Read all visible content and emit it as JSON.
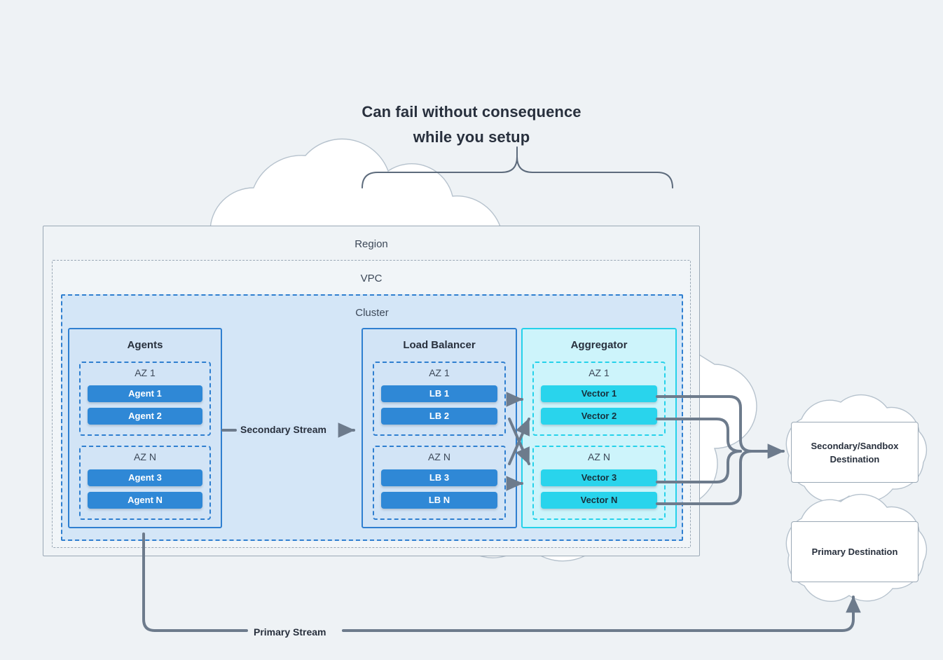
{
  "headline": {
    "line1": "Can fail without consequence",
    "line2": "while you setup"
  },
  "containers": {
    "region_label": "Region",
    "vpc_label": "VPC",
    "cluster_label": "Cluster"
  },
  "groups": [
    {
      "id": "agents",
      "title": "Agents",
      "style": "blue",
      "zones": [
        {
          "label": "AZ 1",
          "nodes": [
            "Agent 1",
            "Agent 2"
          ]
        },
        {
          "label": "AZ N",
          "nodes": [
            "Agent 3",
            "Agent N"
          ]
        }
      ]
    },
    {
      "id": "load-balancer",
      "title": "Load Balancer",
      "style": "blue",
      "zones": [
        {
          "label": "AZ 1",
          "nodes": [
            "LB 1",
            "LB 2"
          ]
        },
        {
          "label": "AZ N",
          "nodes": [
            "LB 3",
            "LB N"
          ]
        }
      ]
    },
    {
      "id": "aggregator",
      "title": "Aggregator",
      "style": "cyan",
      "zones": [
        {
          "label": "AZ 1",
          "nodes": [
            "Vector 1",
            "Vector 2"
          ]
        },
        {
          "label": "AZ N",
          "nodes": [
            "Vector 3",
            "Vector N"
          ]
        }
      ]
    }
  ],
  "destinations": {
    "secondary": "Secondary/Sandbox Destination",
    "primary": "Primary Destination"
  },
  "streams": {
    "secondary_label": "Secondary Stream",
    "primary_label": "Primary Stream"
  },
  "colors": {
    "background": "#eef2f5",
    "ink": "#28303d",
    "blue_node": "#2f88d6",
    "blue_border": "#2f7fd0",
    "blue_fill": "#d2e4f6",
    "cyan_node": "#29d4ec",
    "cyan_border": "#25d2ea",
    "cyan_fill": "#cdf4fb",
    "wire": "#6d7b8c",
    "cloud_stroke": "#b6c2cd",
    "container_stroke": "#9aa8b5"
  }
}
